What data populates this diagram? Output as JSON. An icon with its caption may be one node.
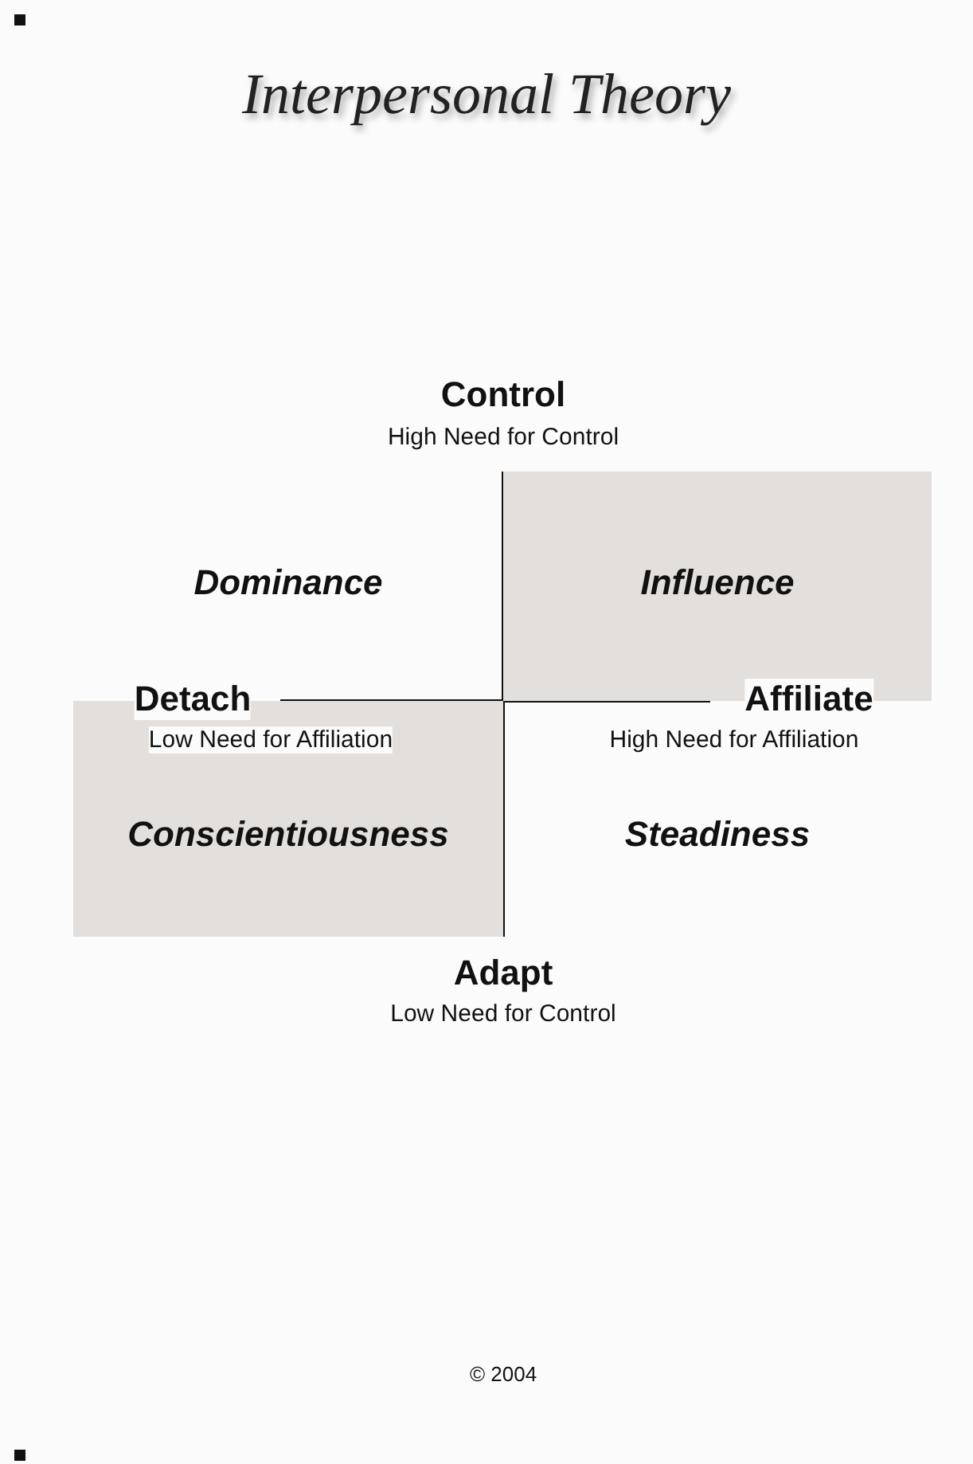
{
  "diagram": {
    "title": "Interpersonal Theory",
    "nodes": [
      {
        "text": [
          "Dominance"
        ]
      },
      {
        "text": [
          "Influence"
        ]
      },
      {
        "text": [
          "Conscientiousness"
        ]
      },
      {
        "text": [
          "Steadiness"
        ]
      }
    ],
    "labels": [
      "Control",
      "High Need for Control",
      "Detach",
      "Affiliate",
      "Low Need for Affiliation",
      "High Need for Affiliation",
      "Adapt",
      "Low Need for Control",
      "© 2004"
    ]
  }
}
